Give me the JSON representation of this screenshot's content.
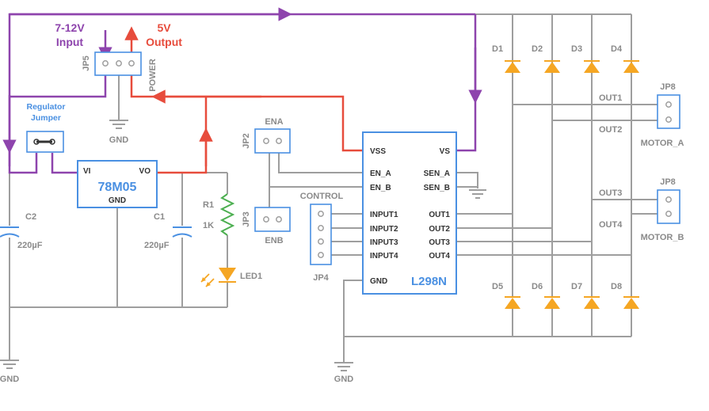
{
  "labels": {
    "input_voltage": "7-12V",
    "input_word": "Input",
    "output_voltage": "5V",
    "output_word": "Output",
    "jp5": "JP5",
    "power": "POWER",
    "gnd": "GND",
    "regulator_jumper_1": "Regulator",
    "regulator_jumper_2": "Jumper",
    "reg_name": "78M05",
    "reg_vi": "VI",
    "reg_vo": "VO",
    "reg_gnd": "GND",
    "c2": "C2",
    "c2_value": "220µF",
    "c1": "C1",
    "c1_value": "220µF",
    "r1": "R1",
    "r1_value": "1K",
    "led1": "LED1",
    "ena": "ENA",
    "jp2": "JP2",
    "jp3": "JP3",
    "enb": "ENB",
    "control": "CONTROL",
    "jp4": "JP4",
    "driver_name": "L298N",
    "driver_vss": "VSS",
    "driver_vs": "VS",
    "driver_en_a": "EN_A",
    "driver_en_b": "EN_B",
    "driver_sen_a": "SEN_A",
    "driver_sen_b": "SEN_B",
    "driver_input1": "INPUT1",
    "driver_input2": "INPUT2",
    "driver_input3": "INPUT3",
    "driver_input4": "INPUT4",
    "driver_out1": "OUT1",
    "driver_out2": "OUT2",
    "driver_out3": "OUT3",
    "driver_out4": "OUT4",
    "driver_gnd": "GND",
    "d1": "D1",
    "d2": "D2",
    "d3": "D3",
    "d4": "D4",
    "d5": "D5",
    "d6": "D6",
    "d7": "D7",
    "d8": "D8",
    "out1": "OUT1",
    "out2": "OUT2",
    "out3": "OUT3",
    "out4": "OUT4",
    "jp8_a": "JP8",
    "motor_a": "MOTOR_A",
    "jp8_b": "JP8",
    "motor_b": "MOTOR_B"
  },
  "colors": {
    "input_purple": "#8e44ad",
    "output_red": "#e74c3c",
    "wire_gray": "#9e9e9e",
    "component_blue": "#4a90e2",
    "diode_orange": "#f5a623",
    "resistor_green": "#4caf50"
  }
}
